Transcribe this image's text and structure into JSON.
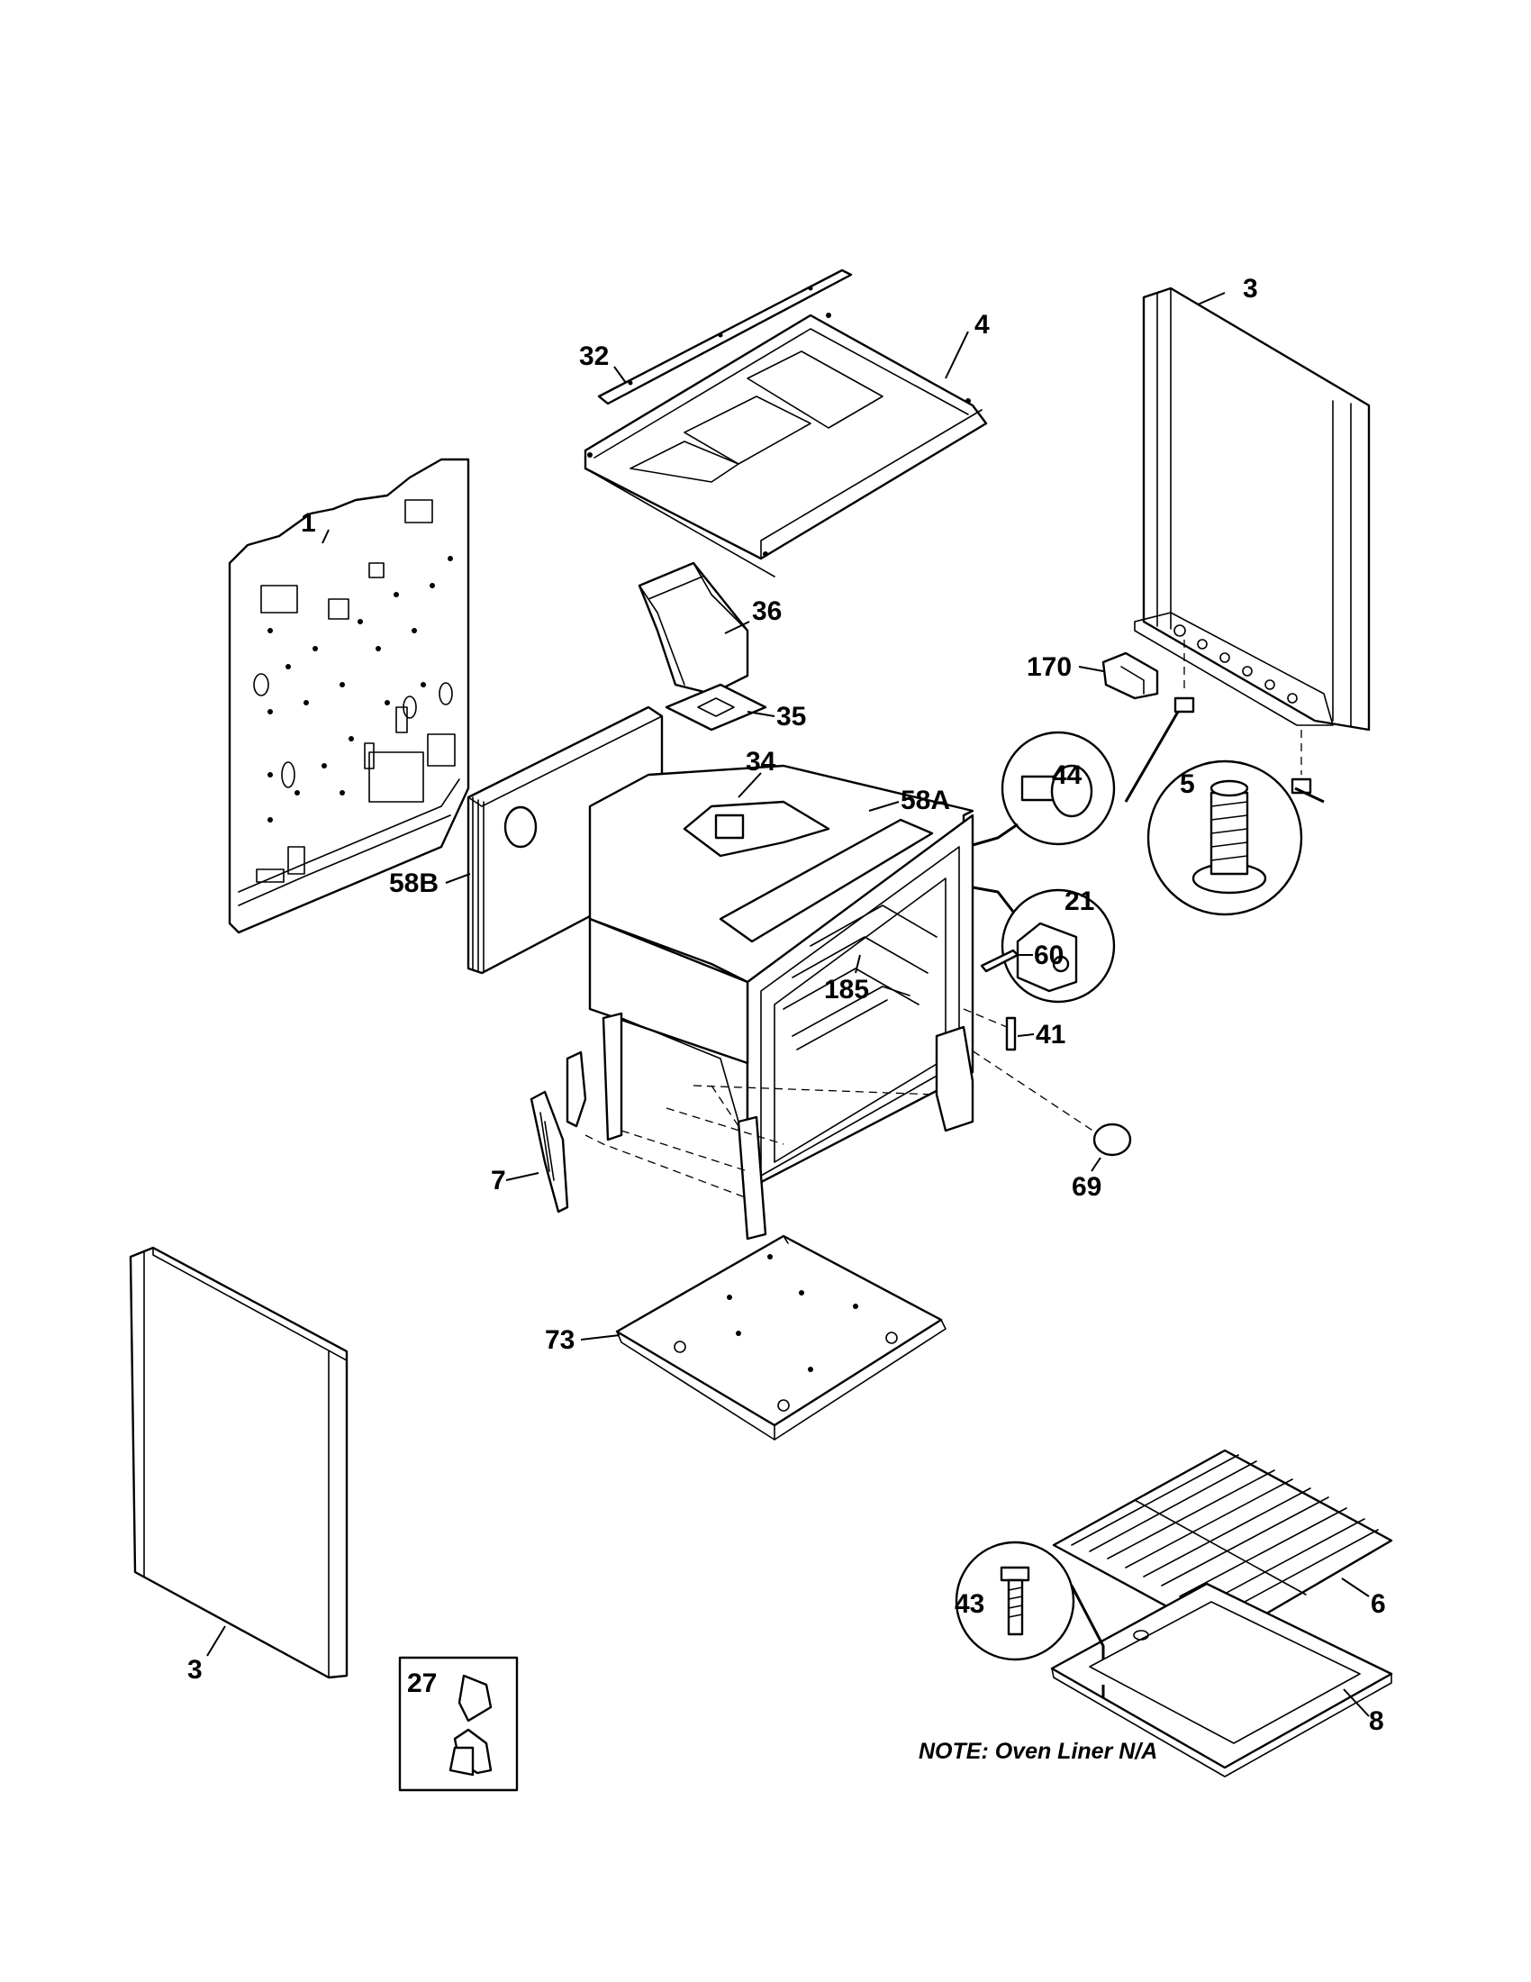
{
  "labels": {
    "p1": "1",
    "p3a": "3",
    "p3b": "3",
    "p4": "4",
    "p5": "5",
    "p6": "6",
    "p7": "7",
    "p8": "8",
    "p21": "21",
    "p27": "27",
    "p32": "32",
    "p34": "34",
    "p35": "35",
    "p36": "36",
    "p41": "41",
    "p43": "43",
    "p44": "44",
    "p58a": "58A",
    "p58b": "58B",
    "p60": "60",
    "p69": "69",
    "p73": "73",
    "p170": "170",
    "p185": "185"
  },
  "note": "NOTE: Oven Liner N/A"
}
